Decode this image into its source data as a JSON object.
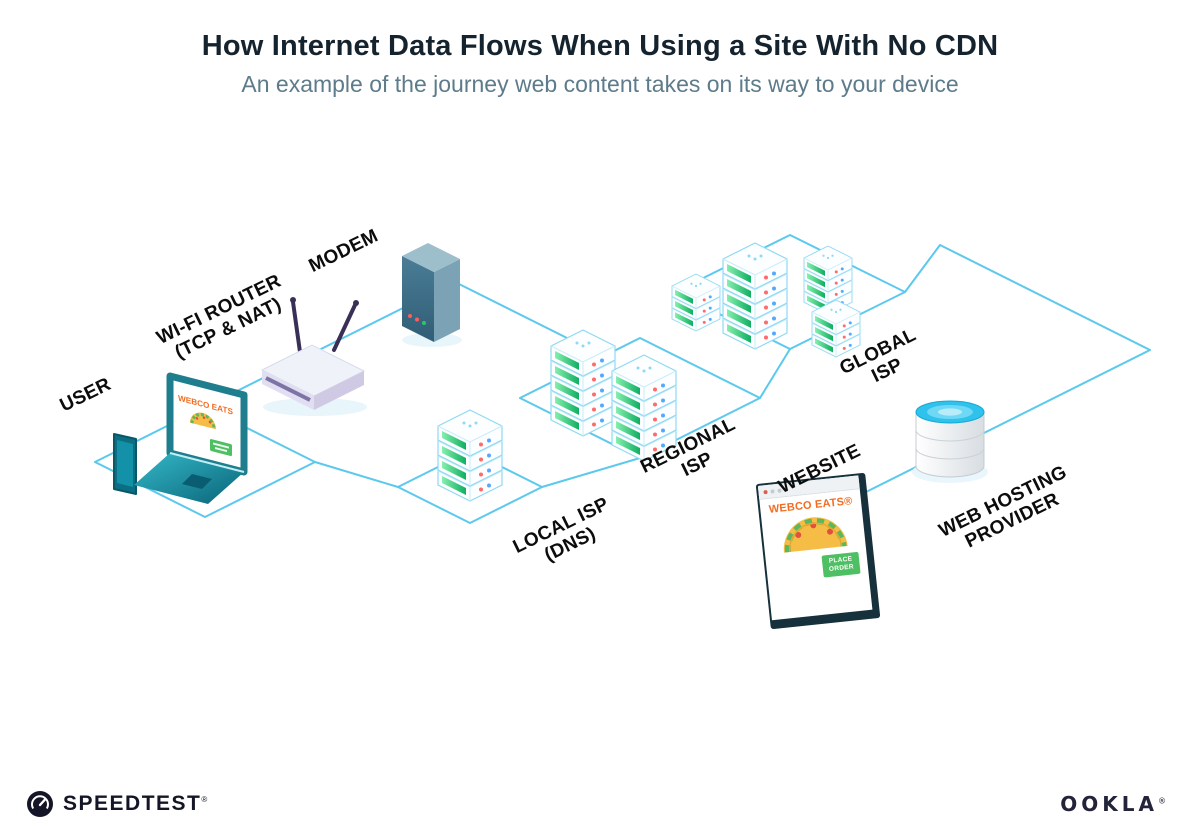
{
  "header": {
    "title": "How Internet Data Flows When Using a Site With No CDN",
    "subtitle": "An example of the journey web content takes on its way to your device"
  },
  "diagram": {
    "labels": {
      "user": "USER",
      "wifi_router": "WI-FI ROUTER\n(TCP & NAT)",
      "modem": "MODEM",
      "local_isp": "LOCAL ISP\n(DNS)",
      "regional_isp": "REGIONAL\nISP",
      "global_isp": "GLOBAL\nISP",
      "website": "WEBSITE",
      "web_hosting": "WEB HOSTING\nPROVIDER"
    },
    "laptop": {
      "brand": "WEBCO EATS"
    },
    "website_window": {
      "brand": "WEBCO EATS®",
      "order_button": "PLACE\nORDER"
    },
    "icons": {
      "speedtest": "speedtest-gauge-icon",
      "taco": "taco-icon",
      "database": "database-cylinder-icon"
    },
    "colors": {
      "connection_line": "#5bc9ee",
      "server_green": "#17b26a",
      "brand_orange": "#f26d21",
      "button_green": "#4fbf63",
      "title_navy": "#14232e"
    }
  },
  "footer": {
    "speedtest_label": "SPEEDTEST",
    "speedtest_tm": "®",
    "ookla_label": "OOKLA",
    "ookla_tm": "®"
  }
}
